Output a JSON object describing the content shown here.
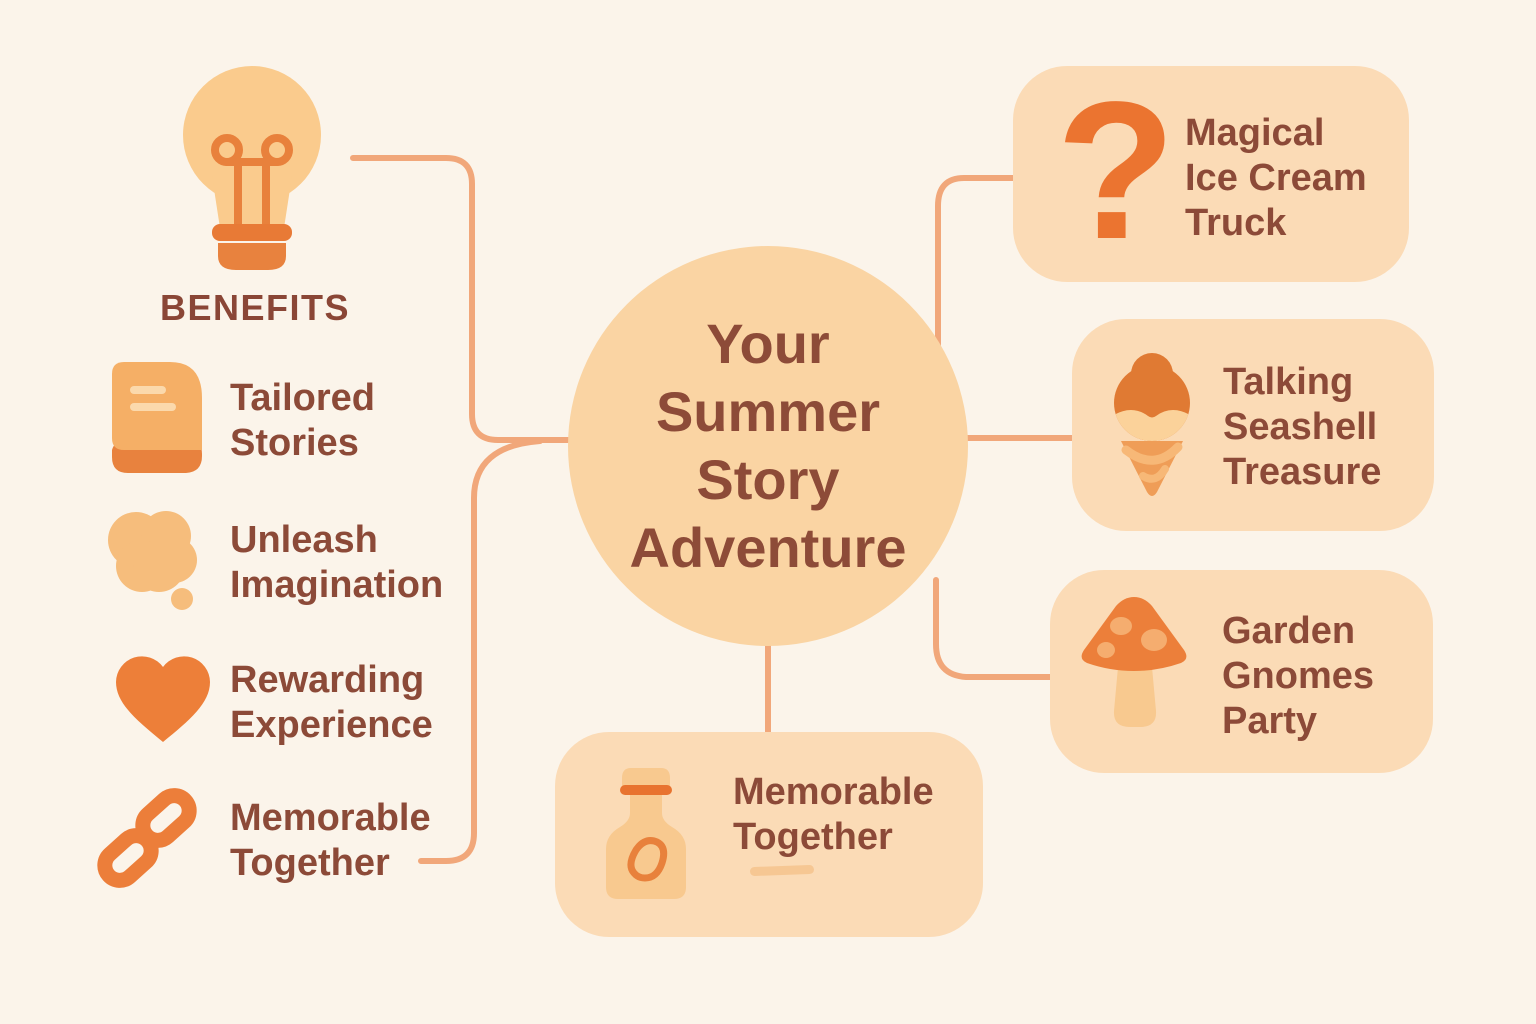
{
  "palette": {
    "background": "#FBF4EA",
    "circle_fill": "#FAD4A3",
    "card_fill": "#FBDBB6",
    "connector_line": "#F1A77A",
    "text_brown": "#8C4A38",
    "icon_orange": "#EC7E3A",
    "icon_deep_orange": "#EB7430",
    "icon_light_orange": "#F6BD7C"
  },
  "glyphs": {
    "question_mark": "?"
  },
  "benefits": {
    "header": "BENEFITS",
    "header_icon": "lightbulb-icon",
    "items": [
      {
        "icon": "book-icon",
        "line1": "Tailored",
        "line2": "Stories"
      },
      {
        "icon": "thought-bubble-icon",
        "line1": "Unleash",
        "line2": "Imagination"
      },
      {
        "icon": "heart-icon",
        "line1": "Rewarding",
        "line2": "Experience"
      },
      {
        "icon": "chain-link-icon",
        "line1": "Memorable",
        "line2": "Together"
      }
    ]
  },
  "center": {
    "lines": [
      "Your",
      "Summer",
      "Story",
      "Adventure"
    ]
  },
  "cards": [
    {
      "icon": "question-mark-icon",
      "lines": [
        "Magical",
        "Ice Cream",
        "Truck"
      ]
    },
    {
      "icon": "ice-cream-cone-icon",
      "lines": [
        "Talking",
        "Seashell",
        "Treasure"
      ]
    },
    {
      "icon": "mushroom-icon",
      "lines": [
        "Garden",
        "Gnomes",
        "Party"
      ]
    }
  ],
  "bottom_card": {
    "icon": "bottle-icon",
    "lines": [
      "Memorable",
      "Together"
    ]
  }
}
